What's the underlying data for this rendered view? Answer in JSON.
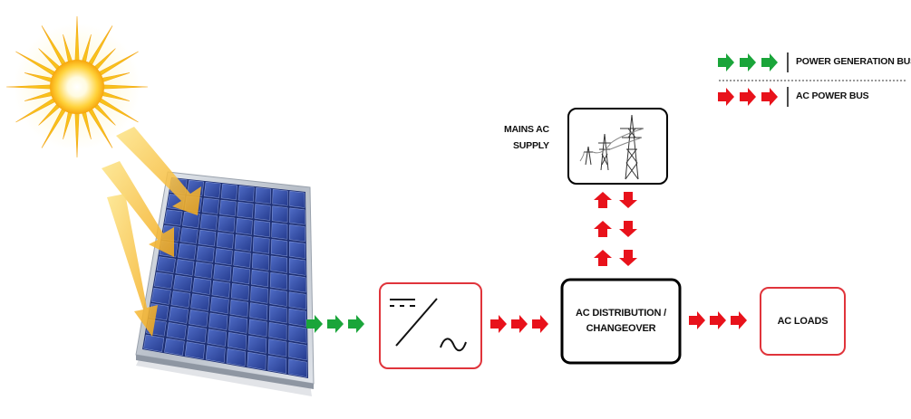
{
  "legend": {
    "generation_label": "POWER GENERATION BUS",
    "ac_label": "AC POWER BUS",
    "generation_color": "#1aa53a",
    "ac_color": "#e8121b"
  },
  "nodes": {
    "solar_panel": {
      "icon": "solar-panel-icon"
    },
    "sun": {
      "icon": "sun-icon"
    },
    "inverter": {
      "icon": "inverter-symbol-icon",
      "border_color": "#e0343b"
    },
    "mains": {
      "label_line1": "MAINS AC",
      "label_line2": "SUPPLY",
      "icon": "transmission-tower-icon"
    },
    "distribution": {
      "label_line1": "AC DISTRIBUTION /",
      "label_line2": "CHANGEOVER",
      "border_color": "#000000"
    },
    "loads": {
      "label": "AC LOADS",
      "border_color": "#e0343b"
    }
  }
}
